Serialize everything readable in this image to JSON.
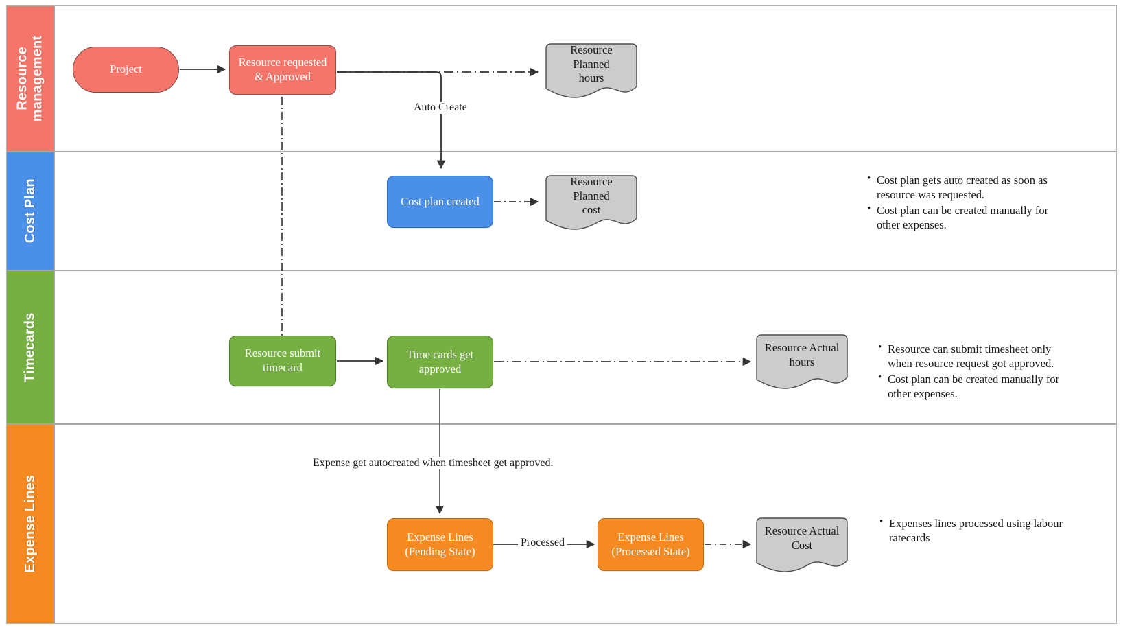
{
  "diagram": {
    "type": "swimlane-flowchart",
    "title": "Resource / Cost Plan / Timecards / Expense Lines process flow",
    "colors": {
      "resource_management": "#F4766A",
      "cost_plan": "#4A90E9",
      "timecards": "#76B043",
      "expense_lines": "#F58A22",
      "document_fill": "#CCCCCC",
      "lane_border": "#A6A6A6",
      "connector": "#404040"
    },
    "lanes": [
      {
        "id": "resource-management",
        "label": "Resource\nmanagement",
        "label_line1": "Resource",
        "label_line2": "management",
        "color": "#F4766A"
      },
      {
        "id": "cost-plan",
        "label": "Cost Plan",
        "color": "#4A90E9"
      },
      {
        "id": "timecards",
        "label": "Timecards",
        "color": "#76B043"
      },
      {
        "id": "expense-lines",
        "label": "Expense Lines",
        "color": "#F58A22"
      }
    ],
    "nodes": {
      "project": {
        "label": "Project",
        "shape": "terminator",
        "lane": "resource-management"
      },
      "resource_requested": {
        "label_line1": "Resource requested",
        "label_line2": "& Approved",
        "shape": "process",
        "lane": "resource-management"
      },
      "resource_planned_hours": {
        "label_line1": "Resource Planned",
        "label_line2": "hours",
        "shape": "document",
        "lane": "resource-management"
      },
      "cost_plan_created": {
        "label": "Cost plan created",
        "shape": "process",
        "lane": "cost-plan"
      },
      "resource_planned_cost": {
        "label_line1": "Resource Planned",
        "label_line2": "cost",
        "shape": "document",
        "lane": "cost-plan"
      },
      "resource_submit_timecard": {
        "label_line1": "Resource submit",
        "label_line2": "timecard",
        "shape": "process",
        "lane": "timecards"
      },
      "time_cards_approved": {
        "label_line1": "Time cards get",
        "label_line2": "approved",
        "shape": "process",
        "lane": "timecards"
      },
      "resource_actual_hours": {
        "label_line1": "Resource Actual",
        "label_line2": "hours",
        "shape": "document",
        "lane": "timecards"
      },
      "expense_lines_pending": {
        "label_line1": "Expense Lines",
        "label_line2": "(Pending State)",
        "shape": "process",
        "lane": "expense-lines"
      },
      "expense_lines_processed": {
        "label_line1": "Expense Lines",
        "label_line2": "(Processed State)",
        "shape": "process",
        "lane": "expense-lines"
      },
      "resource_actual_cost": {
        "label_line1": "Resource Actual",
        "label_line2": "Cost",
        "shape": "document",
        "lane": "expense-lines"
      }
    },
    "edge_labels": {
      "auto_create": "Auto Create",
      "expense_autocreate": "Expense get autocreated when timesheet get approved.",
      "processed": "Processed"
    },
    "notes": {
      "cost_plan": [
        "Cost plan gets auto created as soon as resource was requested.",
        "Cost plan can be created manually for other expenses."
      ],
      "timecards": [
        " Resource can submit timesheet only when resource request got approved.",
        "Cost plan can be created manually for other expenses."
      ],
      "expense_lines": [
        "Expenses lines processed using labour ratecards"
      ]
    }
  }
}
